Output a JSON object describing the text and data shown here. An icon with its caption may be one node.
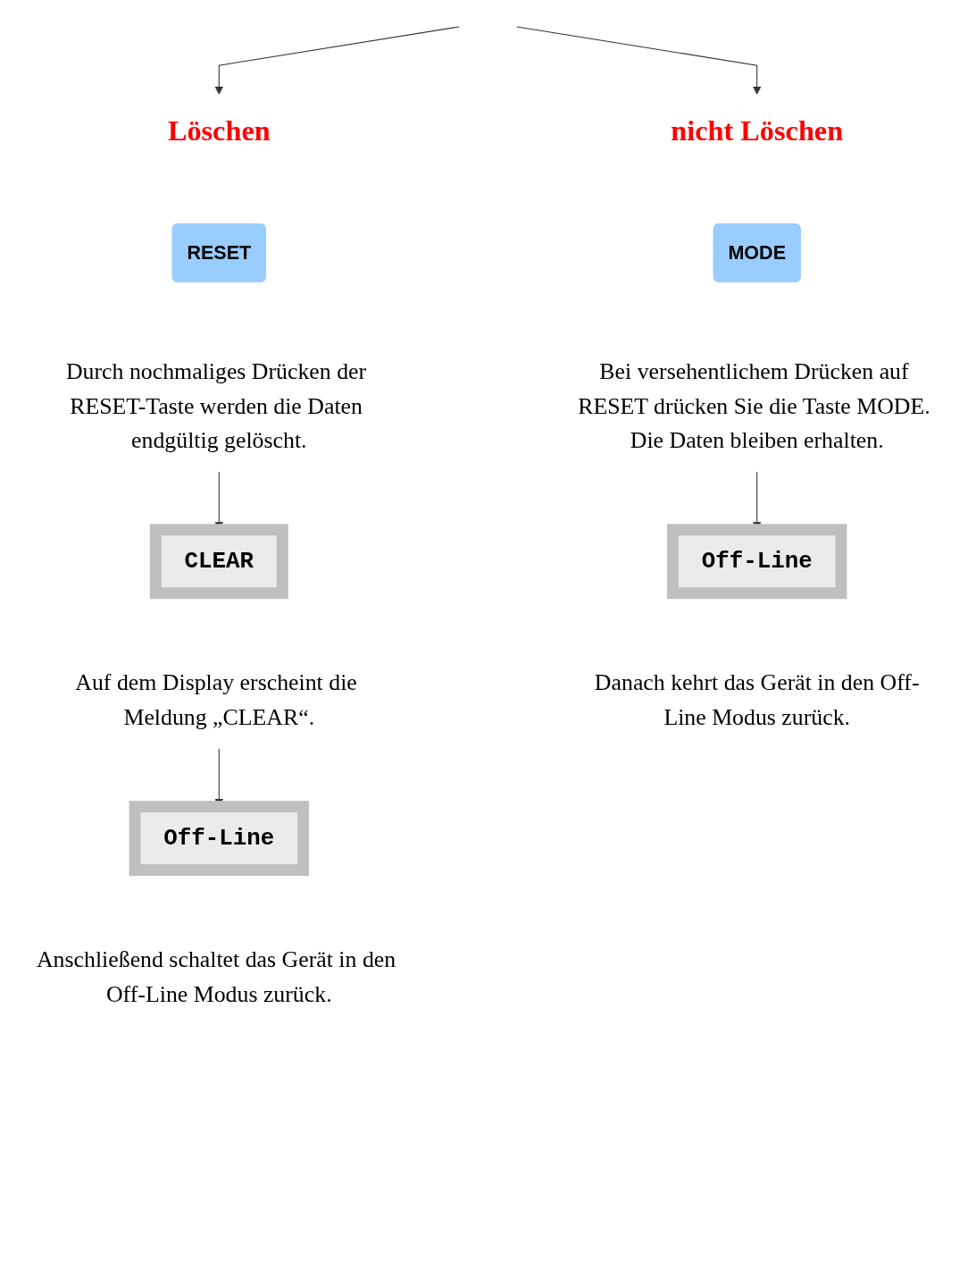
{
  "diagram": {
    "nodes": [
      {
        "text": [
          "Löschen"
        ]
      },
      {
        "text": [
          "nicht Löschen"
        ]
      },
      {
        "text": [
          "RESET"
        ]
      },
      {
        "text": [
          "MODE"
        ]
      },
      {
        "text": [
          "Durch nochmaliges Drücken der RESET-Taste werden die Daten endgültig gelöscht."
        ]
      },
      {
        "text": [
          "Bei versehentlichem Drücken auf RESET drücken Sie die Taste MODE. Die Daten bleiben erhalten."
        ]
      },
      {
        "text": [
          "CLEAR"
        ]
      },
      {
        "text": [
          "Off-Line"
        ]
      },
      {
        "text": [
          "Auf dem Display erscheint die Meldung „CLEAR“."
        ]
      },
      {
        "text": [
          "Danach kehrt das Gerät in den Off-Line Modus zurück."
        ]
      },
      {
        "text": [
          "Off-Line"
        ]
      },
      {
        "text": [
          "Anschließend schaltet das Gerät in den Off-Line Modus zurück."
        ]
      }
    ],
    "edges": [
      {
        "from": null,
        "to": 0,
        "arrow": "to"
      },
      {
        "from": null,
        "to": 1,
        "arrow": "to"
      },
      {
        "from": 4,
        "to": 6,
        "arrow": "to"
      },
      {
        "from": 5,
        "to": 7,
        "arrow": "to"
      },
      {
        "from": 8,
        "to": 10,
        "arrow": "to"
      }
    ]
  }
}
